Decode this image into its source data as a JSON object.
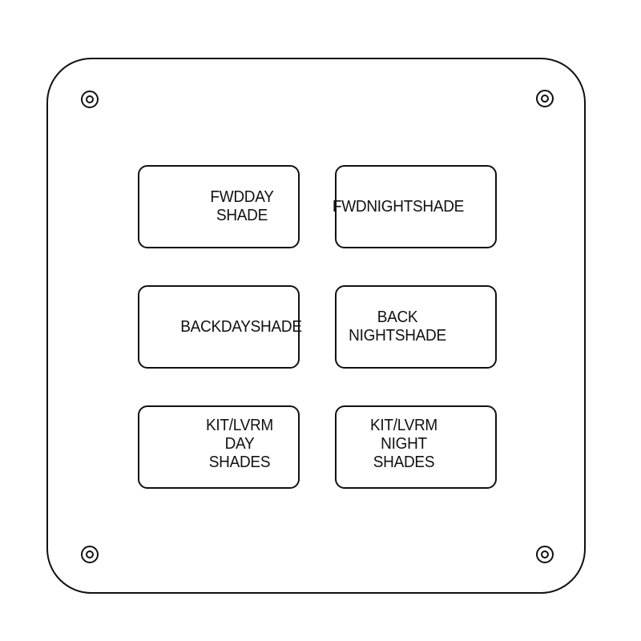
{
  "panel": {
    "switches": [
      {
        "id": "fwd-day-shade",
        "lines": [
          "FWDDAY",
          "SHADE"
        ]
      },
      {
        "id": "fwd-night-shade",
        "lines": [
          "FWDNIGHTSHADE"
        ]
      },
      {
        "id": "back-day-shade",
        "lines": [
          "BACKDAYSHADE"
        ]
      },
      {
        "id": "back-night-shade",
        "lines": [
          "BACK",
          "NIGHTSHADE"
        ]
      },
      {
        "id": "kit-lvrm-day-shades",
        "lines": [
          "KIT/LVRM",
          "DAY",
          "SHADES"
        ]
      },
      {
        "id": "kit-lvrm-night-shades",
        "lines": [
          "KIT/LVRM",
          "NIGHT",
          "SHADES"
        ]
      }
    ]
  },
  "colors": {
    "line": "#111111",
    "background": "#ffffff"
  }
}
